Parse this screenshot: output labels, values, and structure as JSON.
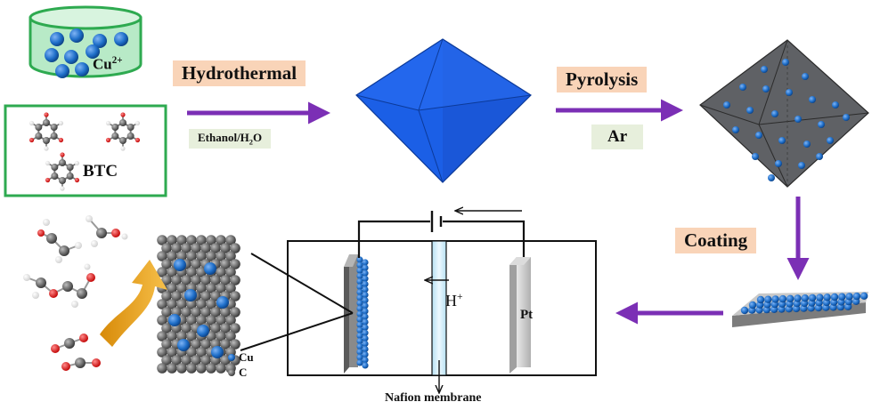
{
  "labels": {
    "cu_ion": "Cu",
    "cu_ion_charge": "2+",
    "btc": "BTC",
    "hydrothermal": "Hydrothermal",
    "solvent_pre": "Ethanol/H",
    "solvent_sub": "2",
    "solvent_post": "O",
    "pyrolysis": "Pyrolysis",
    "atmosphere": "Ar",
    "coating": "Coating",
    "proton": "H",
    "proton_charge": "+",
    "counter_electrode": "Pt",
    "membrane": "Nafion membrane",
    "legend_cu": "Cu",
    "legend_c": "C"
  },
  "colors": {
    "process_arrow": "#7b2fb5",
    "mof_octahedron": "#1a5ee8",
    "carbon_octahedron": "#5f6165",
    "cu_particle": "#1f6fc9",
    "carbon_atom": "#6b6b6b",
    "reaction_arrow": "#f0a51c",
    "beaker_liquid": "#b8eac7",
    "btc_box_border": "#2eaa50",
    "tag_peach": "#f9d4b8",
    "tag_green": "#e7efdc",
    "membrane": "#cfeaf6"
  },
  "icons": [
    "beaker-icon",
    "btc-molecule-icon",
    "octahedron-icon",
    "electrode-icon",
    "battery-icon",
    "molecule-icon"
  ]
}
